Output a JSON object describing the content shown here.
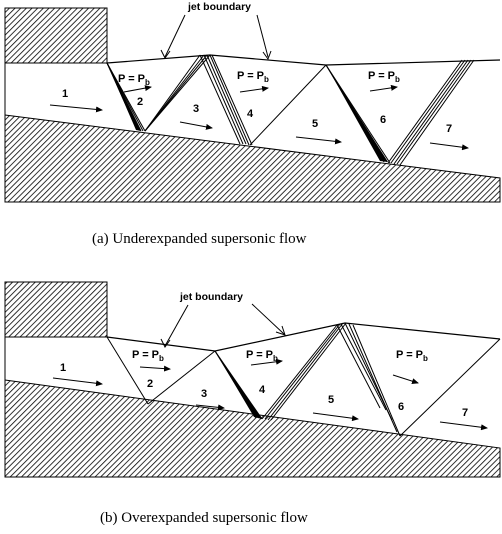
{
  "panel_a": {
    "jet_label": "jet boundary",
    "pressure_labels": [
      "P = P",
      "P = P",
      "P = P"
    ],
    "pressure_sub": "b",
    "regions": [
      "1",
      "2",
      "3",
      "4",
      "5",
      "6",
      "7"
    ],
    "caption": "(a)  Underexpanded supersonic flow"
  },
  "panel_b": {
    "jet_label": "jet boundary",
    "pressure_labels": [
      "P = P",
      "P = P",
      "P = P"
    ],
    "pressure_sub": "b",
    "regions": [
      "1",
      "2",
      "3",
      "4",
      "5",
      "6",
      "7"
    ],
    "caption": "(b)  Overexpanded supersonic flow"
  }
}
